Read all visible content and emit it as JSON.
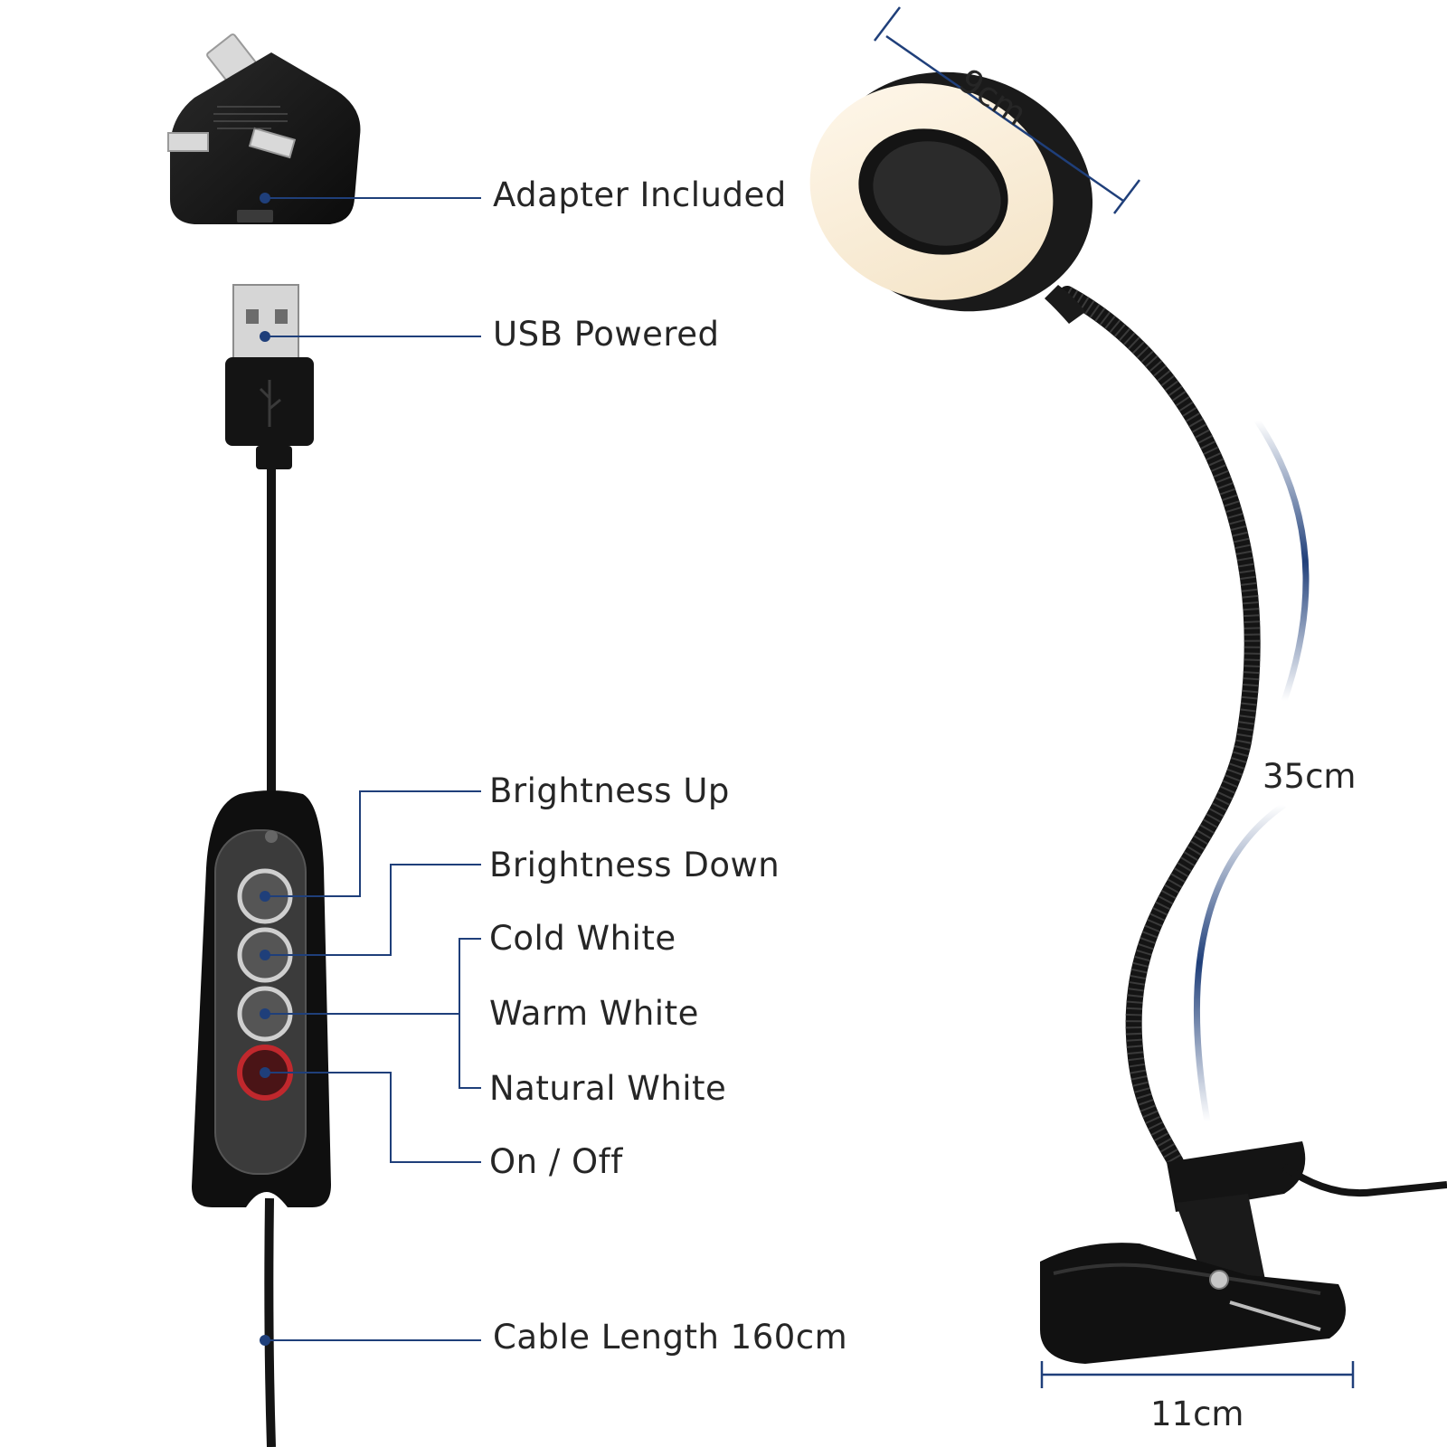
{
  "features": {
    "adapter": "Adapter Included",
    "usb": "USB Powered",
    "brightness_up": "Brightness Up",
    "brightness_down": "Brightness Down",
    "cold_white": "Cold White",
    "warm_white": "Warm White",
    "natural_white": "Natural White",
    "on_off": "On / Off",
    "cable": "Cable Length 160cm"
  },
  "dimensions": {
    "head_diameter": "9cm",
    "neck_length": "35cm",
    "clip_width": "11cm"
  },
  "colors": {
    "accent": "#1f3f7a",
    "product": "#111111",
    "text": "#262626",
    "power_button": "#c0282d"
  }
}
